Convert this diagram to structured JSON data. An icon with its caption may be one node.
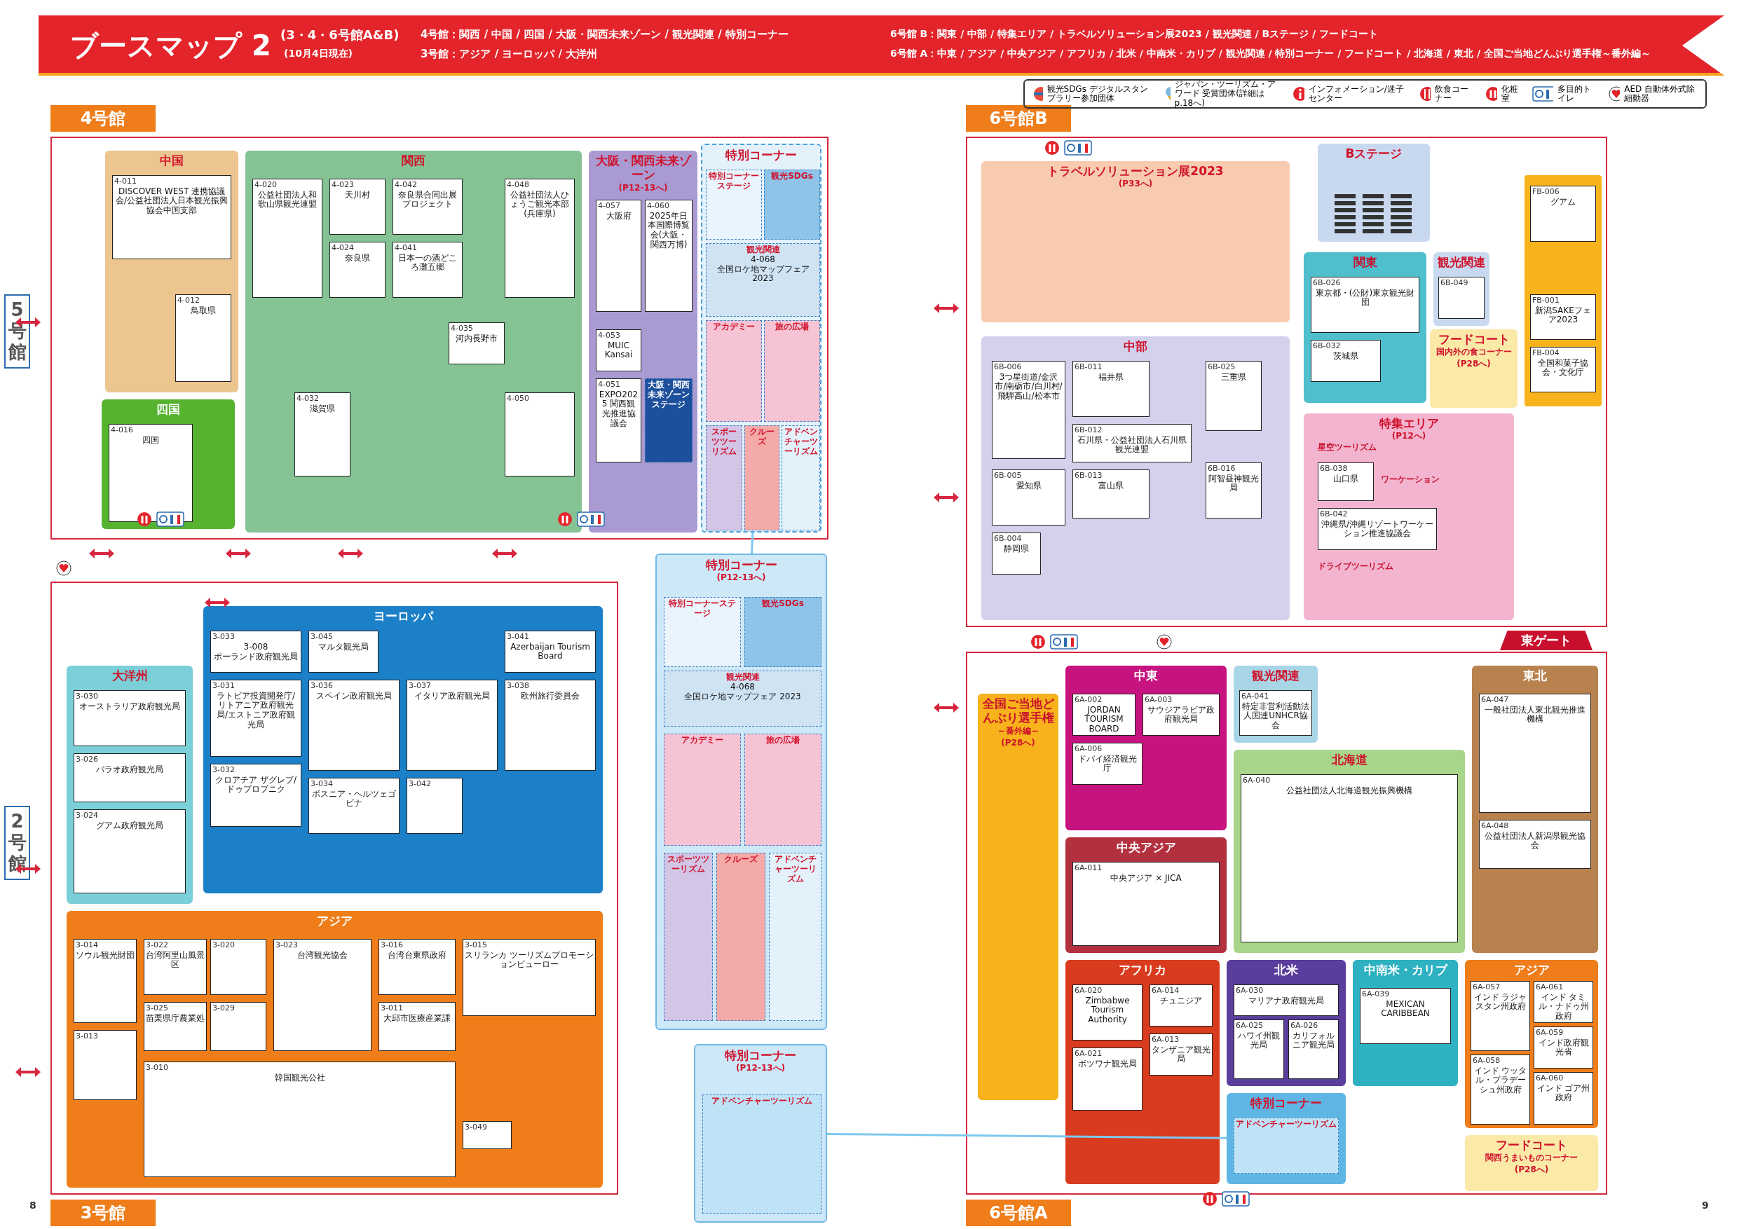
{
  "diagram": {
    "title": "ブースマップ 2",
    "nodes": [
      {
        "text": [
          "4号館"
        ]
      },
      {
        "text": [
          "中国"
        ],
        "in": 0
      },
      {
        "text": [
          "四国"
        ],
        "in": 0
      },
      {
        "text": [
          "関西"
        ],
        "in": 0
      },
      {
        "text": [
          "大阪・関西未来ゾーン",
          "(P12-13へ)"
        ],
        "in": 0
      },
      {
        "text": [
          "特別コーナー"
        ],
        "in": 0
      },
      {
        "text": [
          "4-011",
          "DISCOVER WEST 連携協議会/公益社団法人日本観光振興協会中国支部"
        ],
        "in": 1
      },
      {
        "text": [
          "4-012",
          "鳥取県"
        ],
        "in": 1
      },
      {
        "text": [
          "4-016",
          "四国"
        ],
        "in": 2
      },
      {
        "text": [
          "4-020",
          "公益社団法人和歌山県観光連盟"
        ],
        "in": 3
      },
      {
        "text": [
          "4-023",
          "天川村"
        ],
        "in": 3
      },
      {
        "text": [
          "4-024",
          "奈良県"
        ],
        "in": 3
      },
      {
        "text": [
          "4-042",
          "奈良県合同出展プロジェクト"
        ],
        "in": 3
      },
      {
        "text": [
          "4-041",
          "日本一の酒どころ灘五郷"
        ],
        "in": 3
      },
      {
        "text": [
          "4-048",
          "公益社団法人ひょうご観光本部(兵庫県)"
        ],
        "in": 3
      },
      {
        "text": [
          "4-035",
          "河内長野市"
        ],
        "in": 3
      },
      {
        "text": [
          "4-032",
          "滋賀県"
        ],
        "in": 3
      },
      {
        "text": [
          "4-050"
        ],
        "in": 3
      },
      {
        "text": [
          "4-057",
          "大阪府"
        ],
        "in": 4
      },
      {
        "text": [
          "4-060",
          "2025年日本国際博覧会(大阪・関西万博)"
        ],
        "in": 4
      },
      {
        "text": [
          "4-053",
          "MUIC Kansai"
        ],
        "in": 4
      },
      {
        "text": [
          "4-051",
          "EXPO2025 関西観光推進協議会"
        ],
        "in": 4
      },
      {
        "text": [
          "大阪・関西未来ゾーンステージ"
        ],
        "in": 4
      },
      {
        "text": [
          "特別コーナーステージ"
        ],
        "in": 5
      },
      {
        "text": [
          "観光SDGs"
        ],
        "in": 5
      },
      {
        "text": [
          "観光関連",
          "4-068",
          "全国ロケ地マップフェア 2023"
        ],
        "in": 5
      },
      {
        "text": [
          "アカデミー"
        ],
        "in": 5
      },
      {
        "text": [
          "旅の広場"
        ],
        "in": 5
      },
      {
        "text": [
          "スポーツツーリズム"
        ],
        "in": 5
      },
      {
        "text": [
          "クルーズ"
        ],
        "in": 5
      },
      {
        "text": [
          "アドベンチャーツーリズム"
        ],
        "in": 5
      },
      {
        "text": [
          "3号館"
        ]
      },
      {
        "text": [
          "大洋州"
        ],
        "in": 31
      },
      {
        "text": [
          "ヨーロッパ"
        ],
        "in": 31
      },
      {
        "text": [
          "アジア"
        ],
        "in": 31
      },
      {
        "text": [
          "3-030",
          "オーストラリア政府観光局"
        ],
        "in": 32
      },
      {
        "text": [
          "3-026",
          "パラオ政府観光局"
        ],
        "in": 32
      },
      {
        "text": [
          "3-024",
          "グアム政府観光局"
        ],
        "in": 32
      },
      {
        "text": [
          "3-033",
          "3-008",
          "ポーランド政府観光局"
        ],
        "in": 33
      },
      {
        "text": [
          "3-031",
          "ラトビア投資開発庁/リトアニア政府観光局/エストニア政府観光局"
        ],
        "in": 33
      },
      {
        "text": [
          "3-032",
          "クロアチア ザグレブ/ドゥブロブニク"
        ],
        "in": 33
      },
      {
        "text": [
          "3-045",
          "マルタ観光局"
        ],
        "in": 33
      },
      {
        "text": [
          "3-036",
          "スペイン政府観光局"
        ],
        "in": 33
      },
      {
        "text": [
          "3-037",
          "イタリア政府観光局"
        ],
        "in": 33
      },
      {
        "text": [
          "3-038",
          "欧州旅行委員会"
        ],
        "in": 33
      },
      {
        "text": [
          "3-041",
          "Azerbaijan Tourism Board"
        ],
        "in": 33
      },
      {
        "text": [
          "3-034",
          "ボスニア・ヘルツェゴビナ"
        ],
        "in": 33
      },
      {
        "text": [
          "3-042"
        ],
        "in": 33
      },
      {
        "text": [
          "3-014",
          "ソウル観光財団"
        ],
        "in": 34
      },
      {
        "text": [
          "3-013"
        ],
        "in": 34
      },
      {
        "text": [
          "3-022",
          "台湾阿里山風景区"
        ],
        "in": 34
      },
      {
        "text": [
          "3-020"
        ],
        "in": 34
      },
      {
        "text": [
          "3-025",
          "苗栗県庁農業処"
        ],
        "in": 34
      },
      {
        "text": [
          "3-029"
        ],
        "in": 34
      },
      {
        "text": [
          "3-023",
          "台湾観光協会"
        ],
        "in": 34
      },
      {
        "text": [
          "3-016",
          "台湾台東県政府"
        ],
        "in": 34
      },
      {
        "text": [
          "3-011",
          "大邱市医療産業課"
        ],
        "in": 34
      },
      {
        "text": [
          "3-015",
          "スリランカ ツーリズムプロモーションビューロー"
        ],
        "in": 34
      },
      {
        "text": [
          "3-010",
          "韓国観光公社"
        ],
        "in": 34
      },
      {
        "text": [
          "3-049"
        ],
        "in": 34
      },
      {
        "text": [
          "6号館B"
        ]
      },
      {
        "text": [
          "トラベルソリューション展2023",
          "(P33へ)"
        ],
        "in": 60
      },
      {
        "text": [
          "中部"
        ],
        "in": 60
      },
      {
        "text": [
          "Bステージ"
        ],
        "in": 60
      },
      {
        "text": [
          "関東"
        ],
        "in": 60
      },
      {
        "text": [
          "観光関連"
        ],
        "in": 60
      },
      {
        "text": [
          "フードコート",
          "国内外の食コーナー",
          "(P28へ)"
        ],
        "in": 60
      },
      {
        "text": [
          "特集エリア",
          "(P12へ)"
        ],
        "in": 60
      },
      {
        "text": [],
        "shape": "box",
        "in": 60
      },
      {
        "text": [
          "6B-011",
          "福井県"
        ],
        "in": 62
      },
      {
        "text": [
          "6B-025",
          "三重県"
        ],
        "in": 62
      },
      {
        "text": [
          "6B-006",
          "3つ星街道/金沢市/南砺市/白川村/飛騨高山/松本市"
        ],
        "in": 62
      },
      {
        "text": [
          "6B-012",
          "石川県・公益社団法人石川県観光連盟"
        ],
        "in": 62
      },
      {
        "text": [
          "6B-013",
          "富山県"
        ],
        "in": 62
      },
      {
        "text": [
          "6B-005",
          "愛知県"
        ],
        "in": 62
      },
      {
        "text": [
          "6B-004",
          "静岡県"
        ],
        "in": 62
      },
      {
        "text": [
          "6B-016",
          "阿智昼神観光局"
        ],
        "in": 62
      },
      {
        "text": [
          "6B-026",
          "東京都・(公財)東京観光財団"
        ],
        "in": 64
      },
      {
        "text": [
          "6B-032",
          "茨城県"
        ],
        "in": 64
      },
      {
        "text": [
          "6B-049"
        ],
        "in": 65
      },
      {
        "text": [
          "6B-038",
          "山口県"
        ],
        "in": 67
      },
      {
        "text": [
          "6B-042",
          "沖縄県/沖縄リゾートワーケーション推進協議会"
        ],
        "in": 67
      },
      {
        "text": [
          "FB-006",
          "グアム"
        ],
        "in": 68
      },
      {
        "text": [
          "FB-001",
          "新潟SAKEフェア2023"
        ],
        "in": 68
      },
      {
        "text": [
          "FB-004",
          "全国和菓子協会・文化庁"
        ],
        "in": 68
      },
      {
        "text": [
          "6号館A"
        ]
      },
      {
        "text": [
          "全国ご当地どんぶり選手権",
          "～番外編～",
          "(P28へ)"
        ],
        "in": 85
      },
      {
        "text": [
          "中東"
        ],
        "in": 85
      },
      {
        "text": [
          "中央アジア"
        ],
        "in": 85
      },
      {
        "text": [
          "観光関連"
        ],
        "in": 85
      },
      {
        "text": [
          "北海道"
        ],
        "in": 85
      },
      {
        "text": [
          "東北"
        ],
        "in": 85
      },
      {
        "text": [
          "アフリカ"
        ],
        "in": 85
      },
      {
        "text": [
          "北米"
        ],
        "in": 85
      },
      {
        "text": [
          "中南米・カリブ"
        ],
        "in": 85
      },
      {
        "text": [
          "アジア"
        ],
        "in": 85
      },
      {
        "text": [
          "特別コーナー"
        ],
        "in": 85
      },
      {
        "text": [
          "フードコート",
          "関西うまいものコーナー",
          "(P28へ)"
        ],
        "in": 85
      },
      {
        "text": [
          "6A-002",
          "JORDAN TOURISM BOARD"
        ],
        "in": 87
      },
      {
        "text": [
          "6A-003",
          "サウジアラビア政府観光局"
        ],
        "in": 87
      },
      {
        "text": [
          "6A-006",
          "ドバイ経済観光庁"
        ],
        "in": 87
      },
      {
        "text": [
          "6A-011",
          "中央アジア × JICA"
        ],
        "in": 88
      },
      {
        "text": [
          "6A-041",
          "特定非営利活動法人国連UNHCR協会"
        ],
        "in": 89
      },
      {
        "text": [
          "6A-040",
          "公益社団法人北海道観光振興機構"
        ],
        "in": 90
      },
      {
        "text": [
          "6A-047",
          "一般社団法人東北観光推進機構"
        ],
        "in": 91
      },
      {
        "text": [
          "6A-048",
          "公益社団法人新潟県観光協会"
        ],
        "in": 91
      },
      {
        "text": [
          "6A-020",
          "Zimbabwe Tourism Authority"
        ],
        "in": 92
      },
      {
        "text": [
          "6A-014",
          "チュニジア"
        ],
        "in": 92
      },
      {
        "text": [
          "6A-013",
          "タンザニア観光局"
        ],
        "in": 92
      },
      {
        "text": [
          "6A-021",
          "ボツワナ観光局"
        ],
        "in": 92
      },
      {
        "text": [
          "6A-030",
          "マリアナ政府観光局"
        ],
        "in": 93
      },
      {
        "text": [
          "6A-025",
          "ハワイ州観光局"
        ],
        "in": 93
      },
      {
        "text": [
          "6A-026",
          "カリフォルニア観光局"
        ],
        "in": 93
      },
      {
        "text": [
          "6A-039",
          "MEXICAN CARIBBEAN"
        ],
        "in": 94
      },
      {
        "text": [
          "6A-057",
          "インド ラジャスタン州政府"
        ],
        "in": 95
      },
      {
        "text": [
          "6A-061",
          "インド タミル・ナドゥ州政府"
        ],
        "in": 95
      },
      {
        "text": [
          "6A-059",
          "インド政府観光省"
        ],
        "in": 95
      },
      {
        "text": [
          "6A-058",
          "インド ウッタル・プラデーシュ州政府"
        ],
        "in": 95
      },
      {
        "text": [
          "6A-060",
          "インド ゴア州政府"
        ],
        "in": 95
      },
      {
        "text": [
          "アドベンチャーツーリズム"
        ],
        "in": 96
      },
      {
        "text": [
          "特別コーナー",
          "(P12-13へ)"
        ]
      },
      {
        "text": [
          "特別コーナーステージ"
        ],
        "in": 120
      },
      {
        "text": [
          "観光SDGs"
        ],
        "in": 120
      },
      {
        "text": [
          "観光関連",
          "4-068",
          "全国ロケ地マップフェア 2023"
        ],
        "in": 120
      },
      {
        "text": [
          "アカデミー"
        ],
        "in": 120
      },
      {
        "text": [
          "旅の広場"
        ],
        "in": 120
      },
      {
        "text": [
          "スポーツツーリズム"
        ],
        "in": 120
      },
      {
        "text": [
          "クルーズ"
        ],
        "in": 120
      },
      {
        "text": [
          "アドベンチャーツーリズム"
        ],
        "in": 120
      },
      {
        "text": [
          "特別コーナー",
          "(P12-13へ)"
        ]
      },
      {
        "text": [
          "アドベンチャーツーリズム"
        ],
        "in": 129
      }
    ],
    "edges": [
      {
        "from": 5,
        "to": 120,
        "arrow": "none"
      },
      {
        "from": 96,
        "to": 129,
        "arrow": "none"
      }
    ],
    "labels": [
      "(3・4・6号館A&B)",
      "(10月4日現在)",
      "4号館：関西 / 中国 / 四国 / 大阪・関西未来ゾーン / 観光関連 / 特別コーナー",
      "3号館：アジア / ヨーロッパ / 大洋州",
      "6号館 B：関東 / 中部 / 特集エリア / トラベルソリューション展2023 / 観光関連 / Bステージ / フードコート",
      "6号館 A：中東 / アジア / 中央アジア / アフリカ / 北米 / 中南米・カリブ / 観光関連 / 特別コーナー / フードコート / 北海道 / 東北 / 全国ご当地どんぶり選手権～番外編～",
      "5号館",
      "2号館",
      "星空ツーリズム",
      "ワーケーション",
      "ドライブツーリズム",
      "東ゲート",
      "8",
      "9"
    ],
    "legend": [
      {
        "text": "観光SDGs デジタルスタンプラリー参加団体"
      },
      {
        "text": "ジャパン・ツーリズム・アワード 受賞団体(詳細はp.18へ)"
      },
      {
        "text": "インフォメーション/迷子センター"
      },
      {
        "text": "飲食コーナー"
      },
      {
        "text": "化粧室"
      },
      {
        "text": "多目的トイレ"
      },
      {
        "text": "AED 自動体外式除細動器"
      }
    ]
  }
}
